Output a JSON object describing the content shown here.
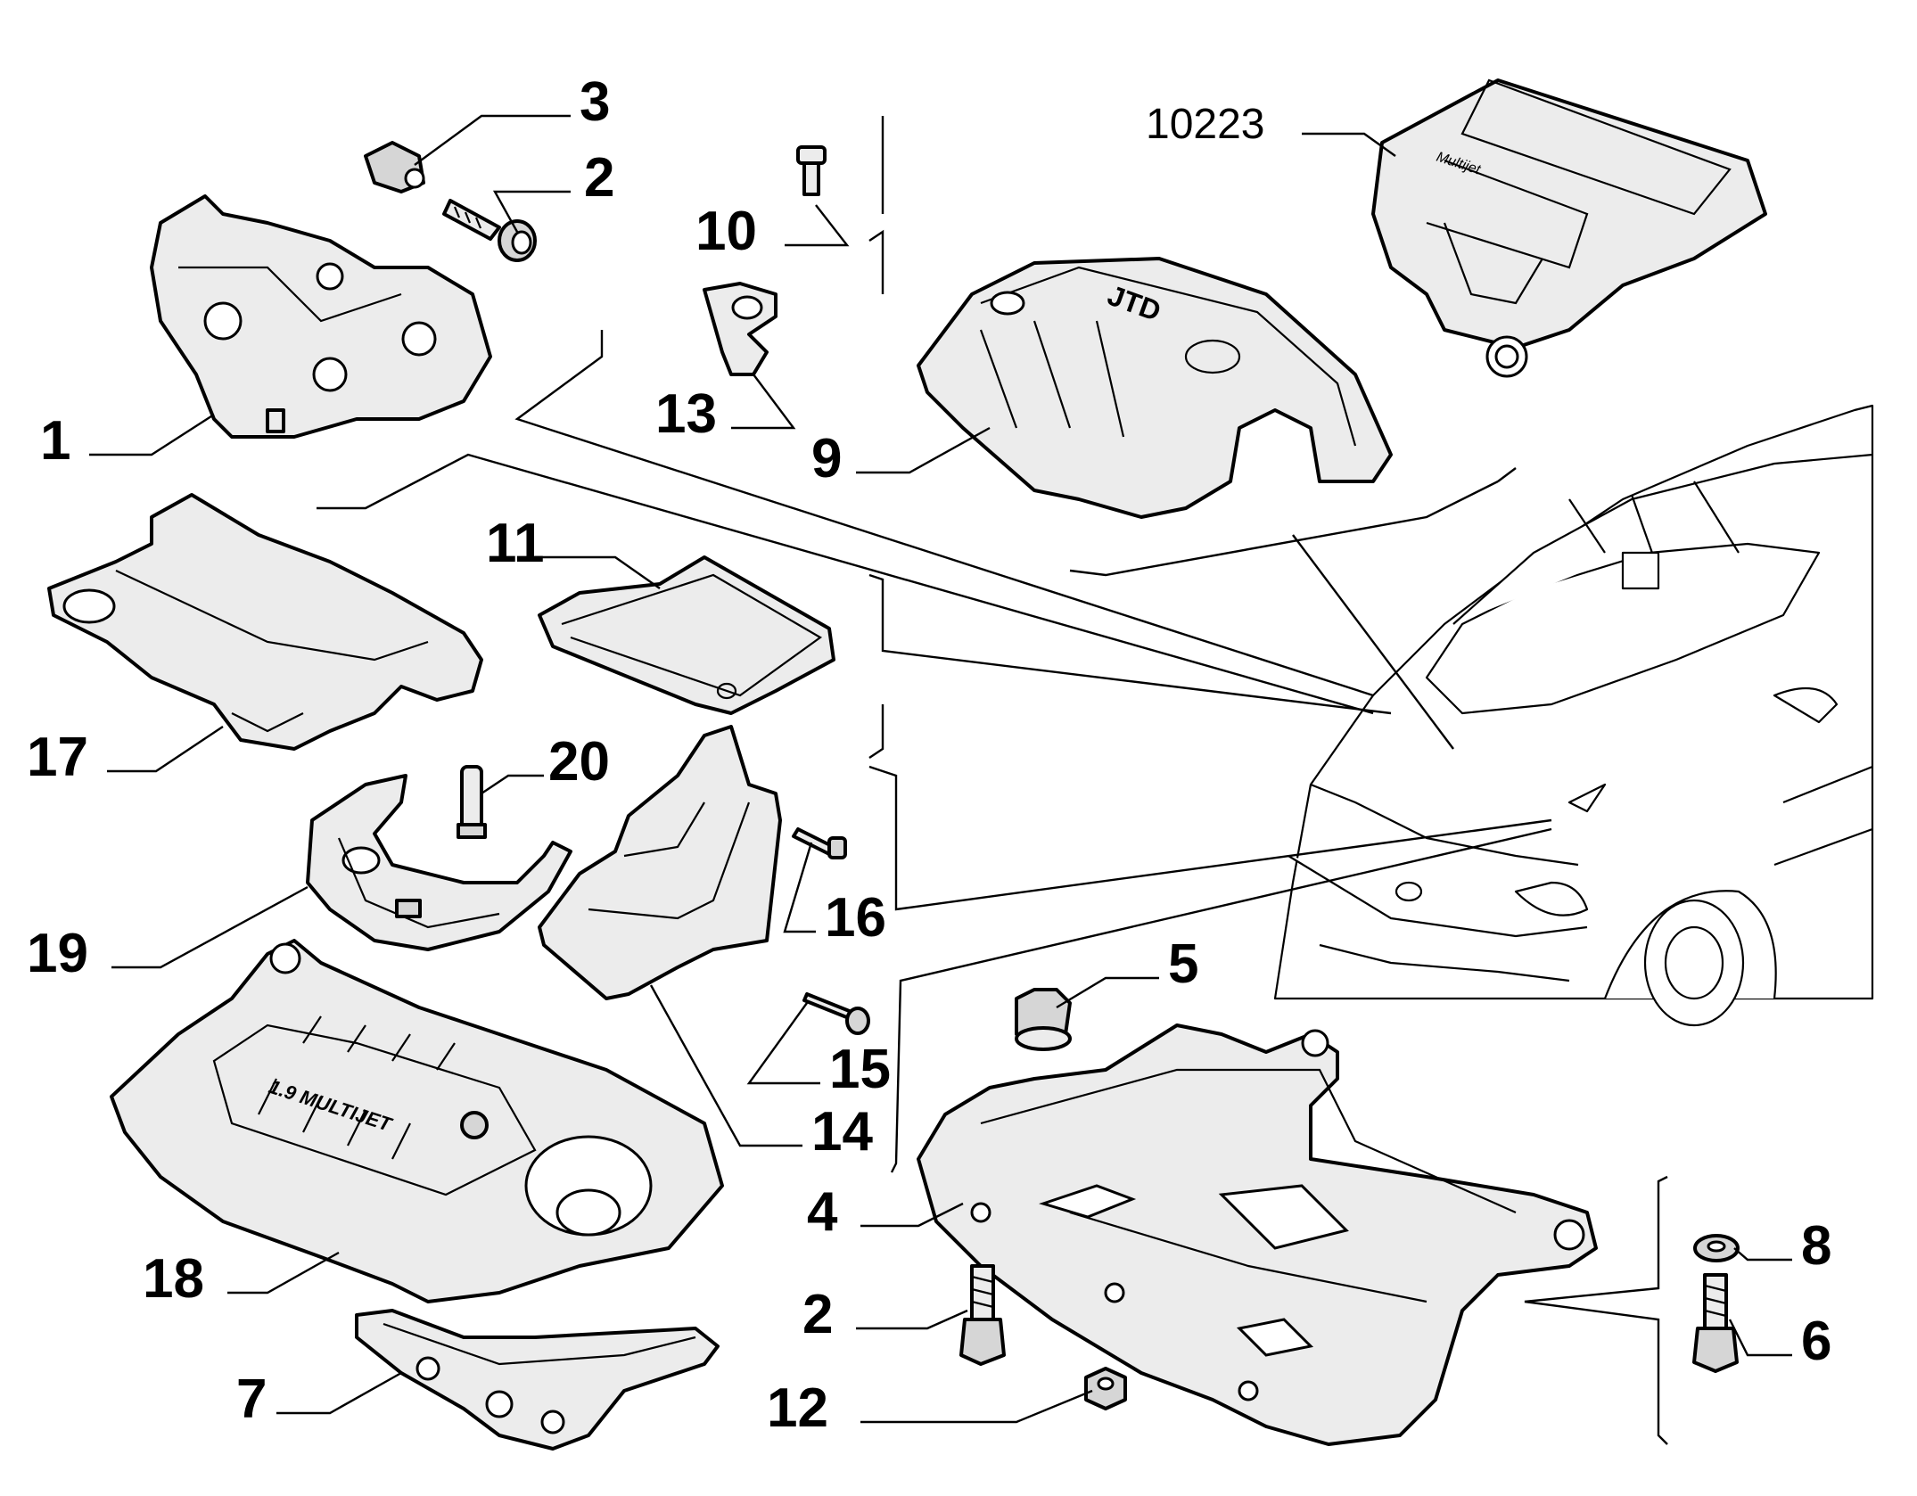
{
  "callouts": {
    "c1": "1",
    "c2a": "2",
    "c2b": "2",
    "c3": "3",
    "c4": "4",
    "c5": "5",
    "c6": "6",
    "c7": "7",
    "c8": "8",
    "c9": "9",
    "c10": "10",
    "c11": "11",
    "c12": "12",
    "c13": "13",
    "c14": "14",
    "c15": "15",
    "c16": "16",
    "c17": "17",
    "c18": "18",
    "c19": "19",
    "c20": "20",
    "c10223": "10223"
  }
}
